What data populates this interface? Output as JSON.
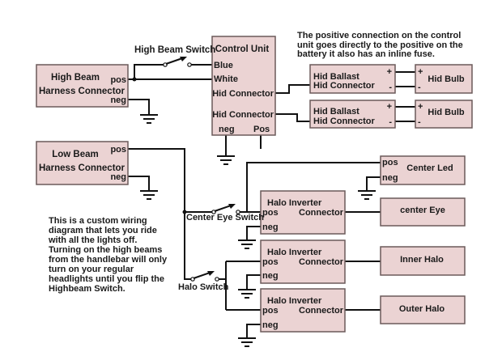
{
  "title": "Custom motorcycle lighting wiring diagram",
  "colors": {
    "box_fill": "#ebd3d3",
    "box_border": "#6b5a5a",
    "wire": "#111111"
  },
  "notes": {
    "top_right": [
      "The positive connection on the control",
      "unit goes directly to the positive on the",
      "battery it also has an inline fuse."
    ],
    "bottom_left": [
      "This is a custom wiring",
      "diagram that lets you ride",
      "with all the lights off.",
      "Turning on the high beams",
      "from the handlebar will only",
      "turn on your regular",
      "headlights until you flip the",
      "Highbeam Switch."
    ]
  },
  "switches": {
    "high_beam": "High Beam Switch",
    "center_eye": "Center Eye Switch",
    "halo": "Halo Switch"
  },
  "components": {
    "high_beam_harness": {
      "line1": "High Beam",
      "line2": "Harness Connector",
      "pos": "pos",
      "neg": "neg"
    },
    "low_beam_harness": {
      "line1": "Low Beam",
      "line2": "Harness Connector",
      "pos": "pos",
      "neg": "neg"
    },
    "control_unit": {
      "title": "Control Unit",
      "blue": "Blue",
      "white": "White",
      "hid1": "Hid Connector",
      "hid2": "Hid Connector",
      "neg": "neg",
      "pos": "Pos"
    },
    "hid_ballasts": [
      {
        "line1": "Hid Ballast",
        "line2": "Hid Connector",
        "plus": "+",
        "minus": "-"
      },
      {
        "line1": "Hid Ballast",
        "line2": "Hid Connector",
        "plus": "+",
        "minus": "-"
      }
    ],
    "hid_bulbs": [
      {
        "label": "Hid Bulb",
        "plus": "+",
        "minus": "-"
      },
      {
        "label": "Hid Bulb",
        "plus": "+",
        "minus": "-"
      }
    ],
    "center_led": {
      "label": "Center Led",
      "pos": "pos",
      "neg": "neg"
    },
    "halo_inverters": [
      {
        "line1": "Halo Inverter",
        "pos": "pos",
        "connector": "Connector",
        "neg": "neg"
      },
      {
        "line1": "Halo Inverter",
        "pos": "pos",
        "connector": "Connector",
        "neg": "neg"
      },
      {
        "line1": "Halo Inverter",
        "pos": "pos",
        "connector": "Connector",
        "neg": "neg"
      }
    ],
    "lights": [
      {
        "label": "center Eye"
      },
      {
        "label": "Inner Halo"
      },
      {
        "label": "Outer Halo"
      }
    ]
  }
}
